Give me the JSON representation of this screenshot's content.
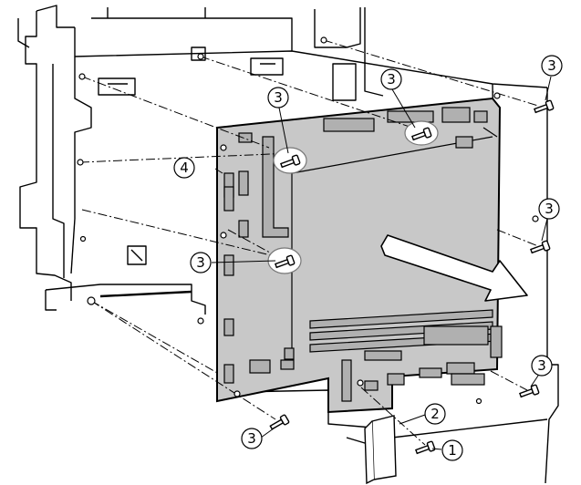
{
  "figure": {
    "kind": "technical-disassembly-illustration",
    "colors": {
      "line": "#000000",
      "board_fill": "#c8c8c8",
      "background": "#ffffff",
      "arrow_fill": "#ffffff"
    },
    "callouts": {
      "screw_side_top_left": "3",
      "screw_side_mid_left": "3",
      "screw_top_center": "3",
      "screw_right_top": "3",
      "screw_right_mid": "3",
      "screw_right_bottom": "3",
      "screw_bottom_left": "3",
      "board": "4",
      "bracket": "2",
      "bracket_screw": "1"
    },
    "arrow_direction": "out-right"
  }
}
